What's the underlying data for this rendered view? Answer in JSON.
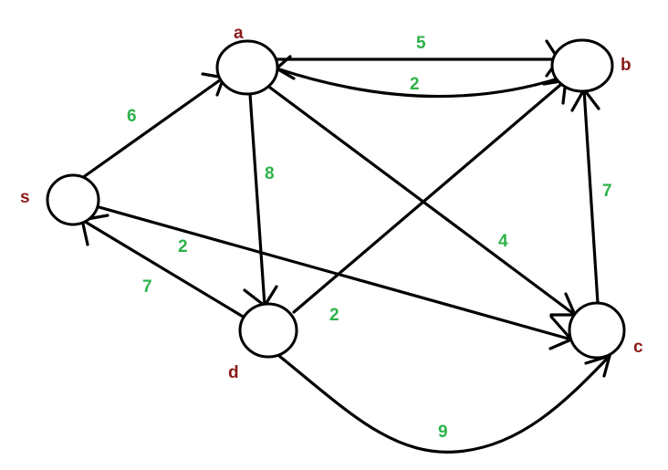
{
  "colors": {
    "node_label": "#8b1a1a",
    "edge_weight": "#2db34a",
    "stroke": "#000000",
    "background": "#ffffff"
  },
  "nodes": [
    {
      "id": "s",
      "label": "s"
    },
    {
      "id": "a",
      "label": "a"
    },
    {
      "id": "b",
      "label": "b"
    },
    {
      "id": "c",
      "label": "c"
    },
    {
      "id": "d",
      "label": "d"
    }
  ],
  "edges": [
    {
      "id": "s-a",
      "from": "s",
      "to": "a",
      "weight": "6"
    },
    {
      "id": "a-b",
      "from": "a",
      "to": "b",
      "weight": "5"
    },
    {
      "id": "b-a",
      "from": "b",
      "to": "a",
      "weight": "2"
    },
    {
      "id": "a-d",
      "from": "a",
      "to": "d",
      "weight": "8"
    },
    {
      "id": "a-c",
      "from": "a",
      "to": "c",
      "weight": "4"
    },
    {
      "id": "s-c",
      "from": "s",
      "to": "c",
      "weight": "2"
    },
    {
      "id": "d-s",
      "from": "d",
      "to": "s",
      "weight": "7"
    },
    {
      "id": "d-b",
      "from": "d",
      "to": "b",
      "weight": "2"
    },
    {
      "id": "c-b",
      "from": "c",
      "to": "b",
      "weight": "7"
    },
    {
      "id": "d-c",
      "from": "d",
      "to": "c",
      "weight": "9"
    }
  ]
}
